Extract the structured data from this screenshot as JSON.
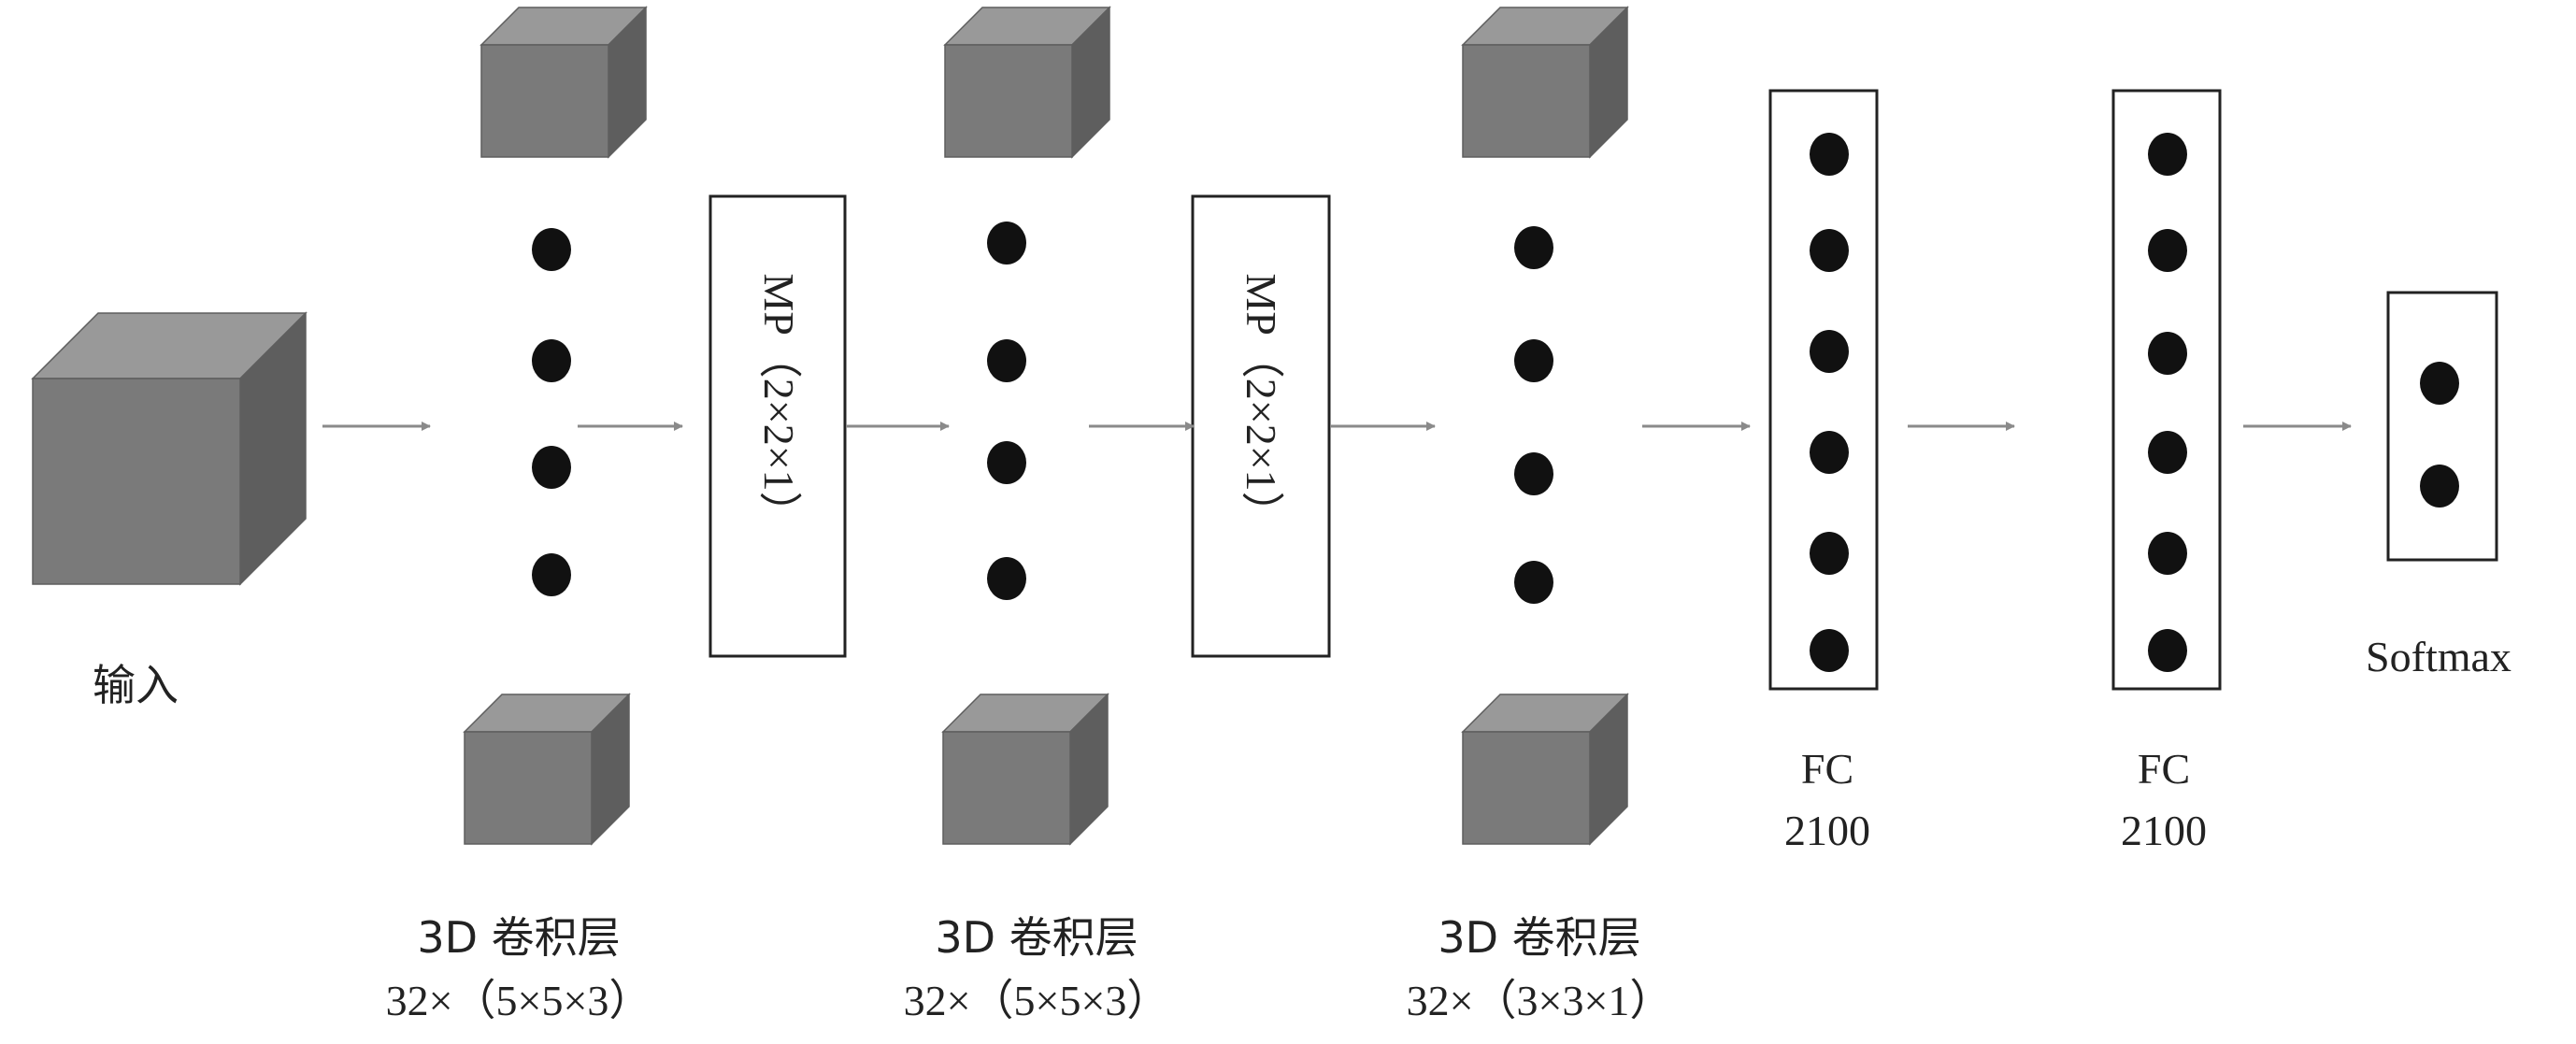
{
  "colors": {
    "cube_front": "#7a7a7a",
    "cube_top": "#999999",
    "cube_side": "#5e5e5e",
    "node": "#111111",
    "arrow": "#8a8a8a",
    "box_stroke": "#222222"
  },
  "input": {
    "label": "输入"
  },
  "layers": [
    {
      "kind": "conv",
      "title": "3D 卷积层",
      "spec": "32×（5×5×3）",
      "nodes": 4
    },
    {
      "kind": "pool",
      "label": "MP（2×2×1）"
    },
    {
      "kind": "conv",
      "title": "3D 卷积层",
      "spec": "32×（5×5×3）",
      "nodes": 4
    },
    {
      "kind": "pool",
      "label": "MP（2×2×1）"
    },
    {
      "kind": "conv",
      "title": "3D 卷积层",
      "spec": "32×（3×3×1）",
      "nodes": 4
    },
    {
      "kind": "fc",
      "title": "FC",
      "units": "2100",
      "nodes": 6
    },
    {
      "kind": "fc",
      "title": "FC",
      "units": "2100",
      "nodes": 6
    },
    {
      "kind": "softmax",
      "title": "Softmax",
      "nodes": 2
    }
  ]
}
